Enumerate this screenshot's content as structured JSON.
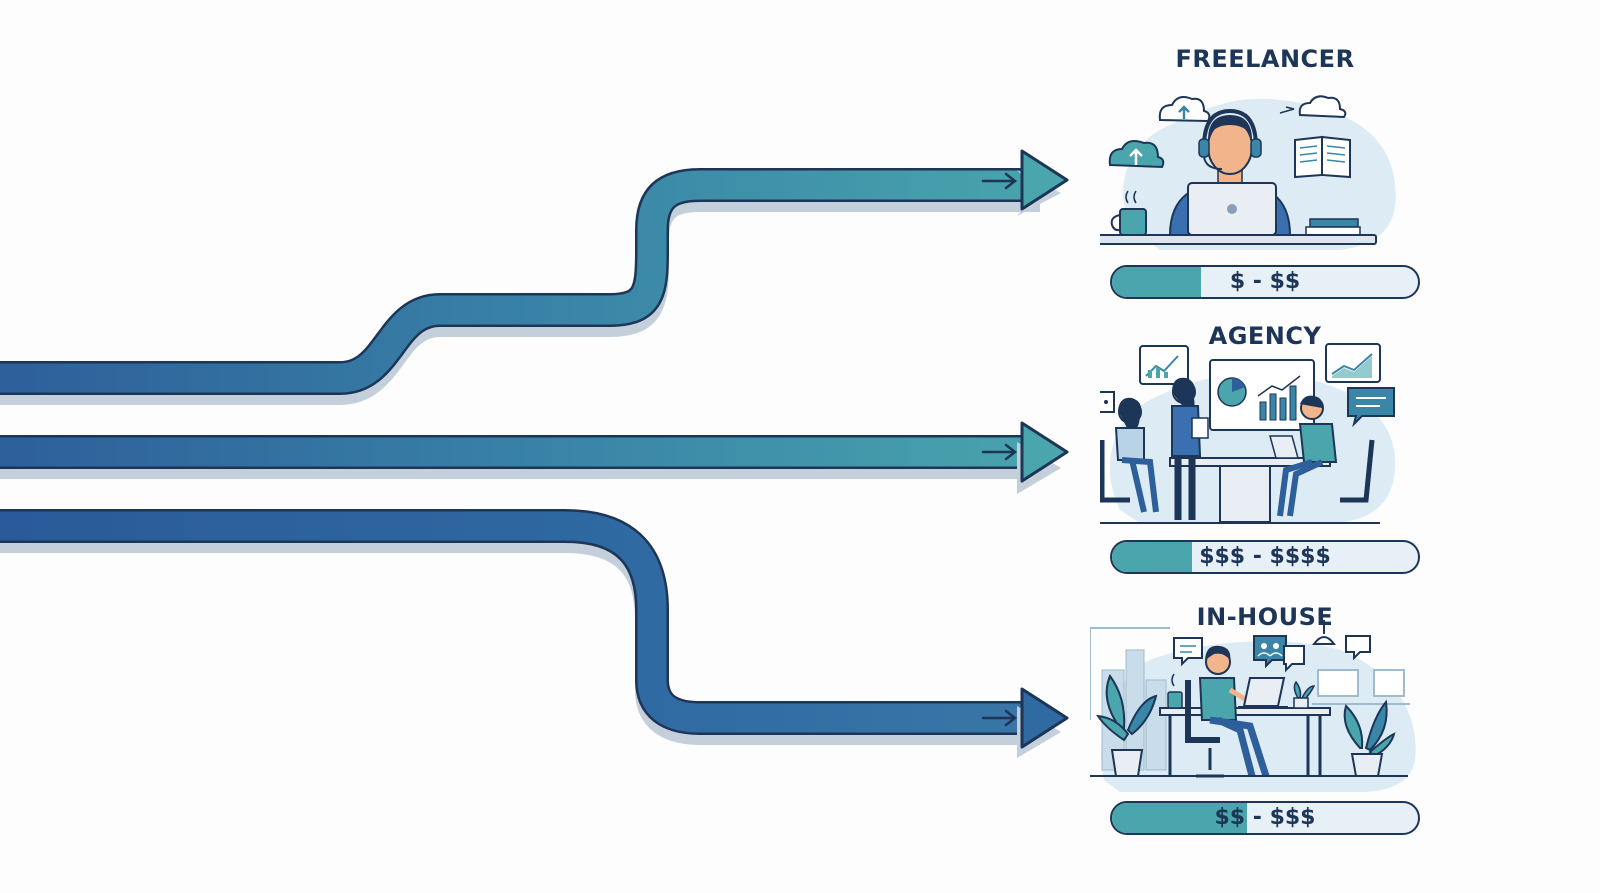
{
  "options": [
    {
      "id": "freelancer",
      "title": "FREELANCER",
      "price_label": "$ - $$",
      "price_fill_fraction": 0.29
    },
    {
      "id": "agency",
      "title": "AGENCY",
      "price_label": "$$$ - $$$$",
      "price_fill_fraction": 0.26
    },
    {
      "id": "in-house",
      "title": "IN-HOUSE",
      "price_label": "$$ - $$$",
      "price_fill_fraction": 0.44
    }
  ],
  "colors": {
    "navy": "#1d3557",
    "arrow_start": "#2d5f9a",
    "arrow_end": "#4aa6ac",
    "teal": "#4aa6ac",
    "bar_bg": "#e6f0f6",
    "shadow": "#c4cfdc",
    "blob": "#dcebf4"
  },
  "icons": [
    "cloud-upload-icon",
    "book-icon",
    "coffee-mug-icon",
    "laptop-icon",
    "headset-icon",
    "chart-icon",
    "speech-bubble-icon",
    "plant-icon"
  ]
}
